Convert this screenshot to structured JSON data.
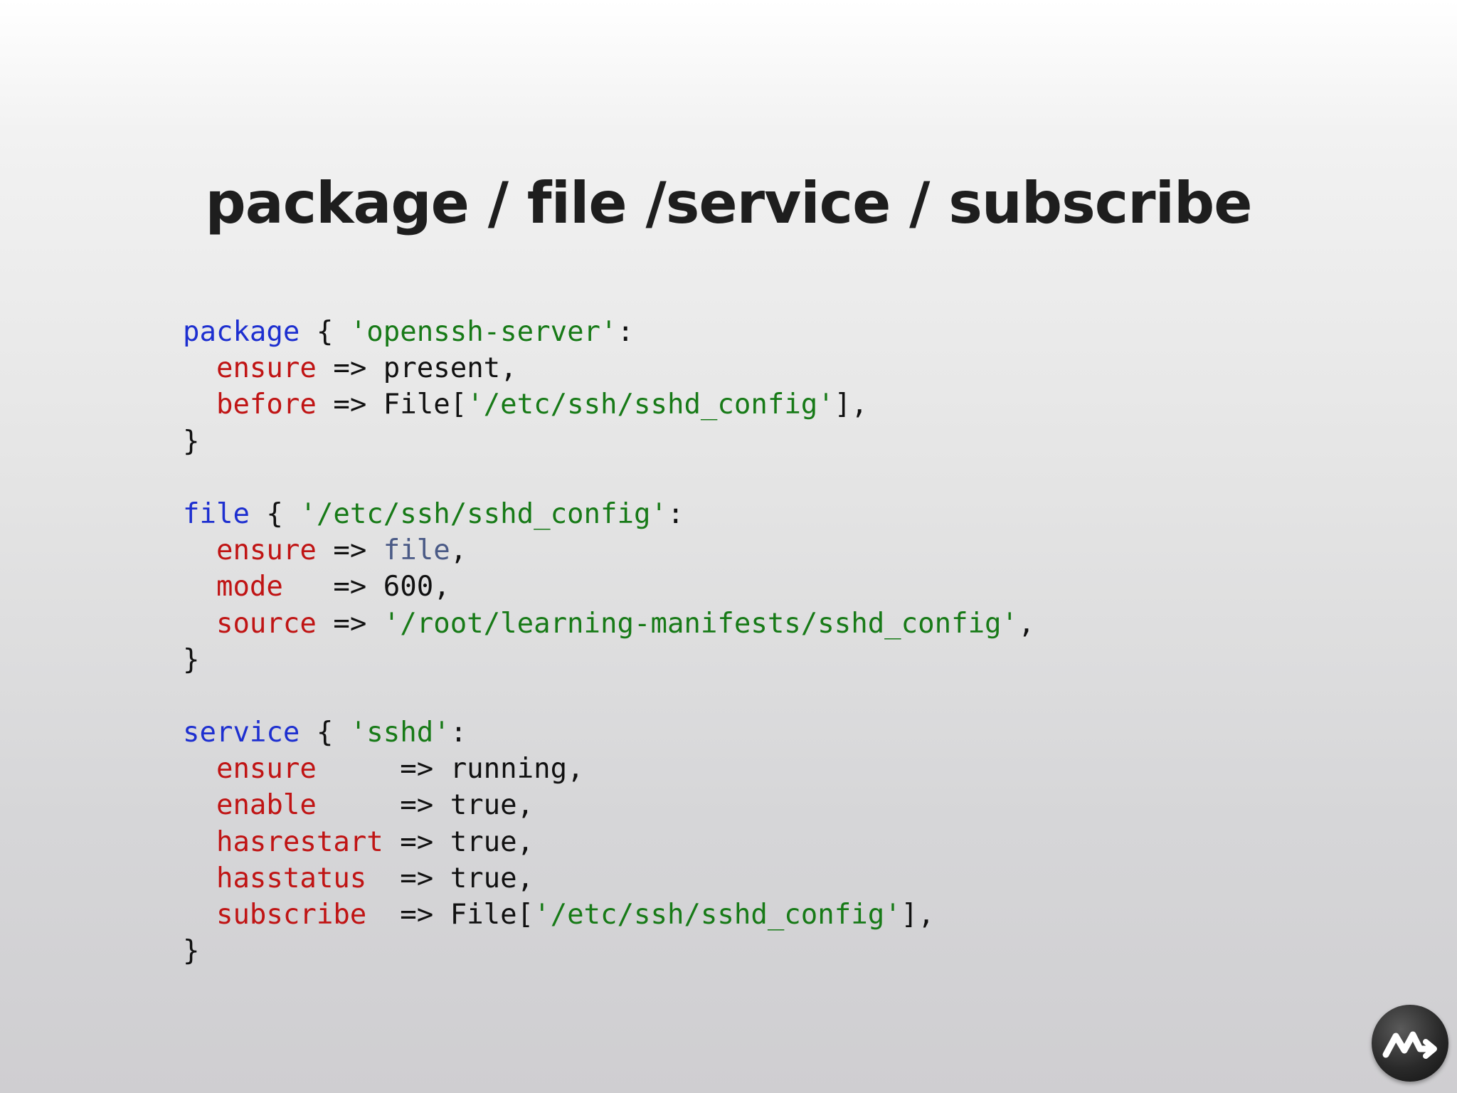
{
  "slide": {
    "title": "package / file /service / subscribe"
  },
  "code": {
    "package_block": {
      "keyword": "package",
      "open": " { ",
      "name": "'openssh-server'",
      "colon": ":",
      "lines": [
        {
          "indent": "  ",
          "attr": "ensure",
          "pad": " ",
          "arrow": "=> ",
          "value": "present,",
          "str": "",
          "tail": ""
        },
        {
          "indent": "  ",
          "attr": "before",
          "pad": " ",
          "arrow": "=> ",
          "value": "File[",
          "str": "'/etc/ssh/sshd_config'",
          "tail": "],"
        }
      ],
      "close": "}"
    },
    "file_block": {
      "keyword": "file",
      "open": " { ",
      "name": "'/etc/ssh/sshd_config'",
      "colon": ":",
      "ensure_attr": "ensure",
      "ensure_arrow": " => ",
      "ensure_value": "file",
      "ensure_tail": ",",
      "mode_attr": "mode",
      "mode_arrow": "   => ",
      "mode_value": "600,",
      "source_attr": "source",
      "source_arrow": " => ",
      "source_value": "'/root/learning-manifests/sshd_config'",
      "source_tail": ",",
      "close": "}"
    },
    "service_block": {
      "keyword": "service",
      "open": " { ",
      "name": "'sshd'",
      "colon": ":",
      "lines": [
        {
          "indent": "  ",
          "attr": "ensure",
          "arrow": "     => ",
          "value": "running,"
        },
        {
          "indent": "  ",
          "attr": "enable",
          "arrow": "     => ",
          "value": "true,"
        },
        {
          "indent": "  ",
          "attr": "hasrestart",
          "arrow": " => ",
          "value": "true,"
        },
        {
          "indent": "  ",
          "attr": "hasstatus",
          "arrow": "  => ",
          "value": "true,"
        }
      ],
      "subscribe_attr": "subscribe",
      "subscribe_arrow": "  => ",
      "subscribe_value": "File[",
      "subscribe_str": "'/etc/ssh/sshd_config'",
      "subscribe_tail": "],",
      "close": "}"
    }
  },
  "colors": {
    "keyword": "#1d2fd0",
    "attribute": "#c01414",
    "string": "#177a17",
    "text": "#111111",
    "file_value": "#4a5a86"
  },
  "logo": {
    "icon": "mu-arrow-logo-icon"
  }
}
